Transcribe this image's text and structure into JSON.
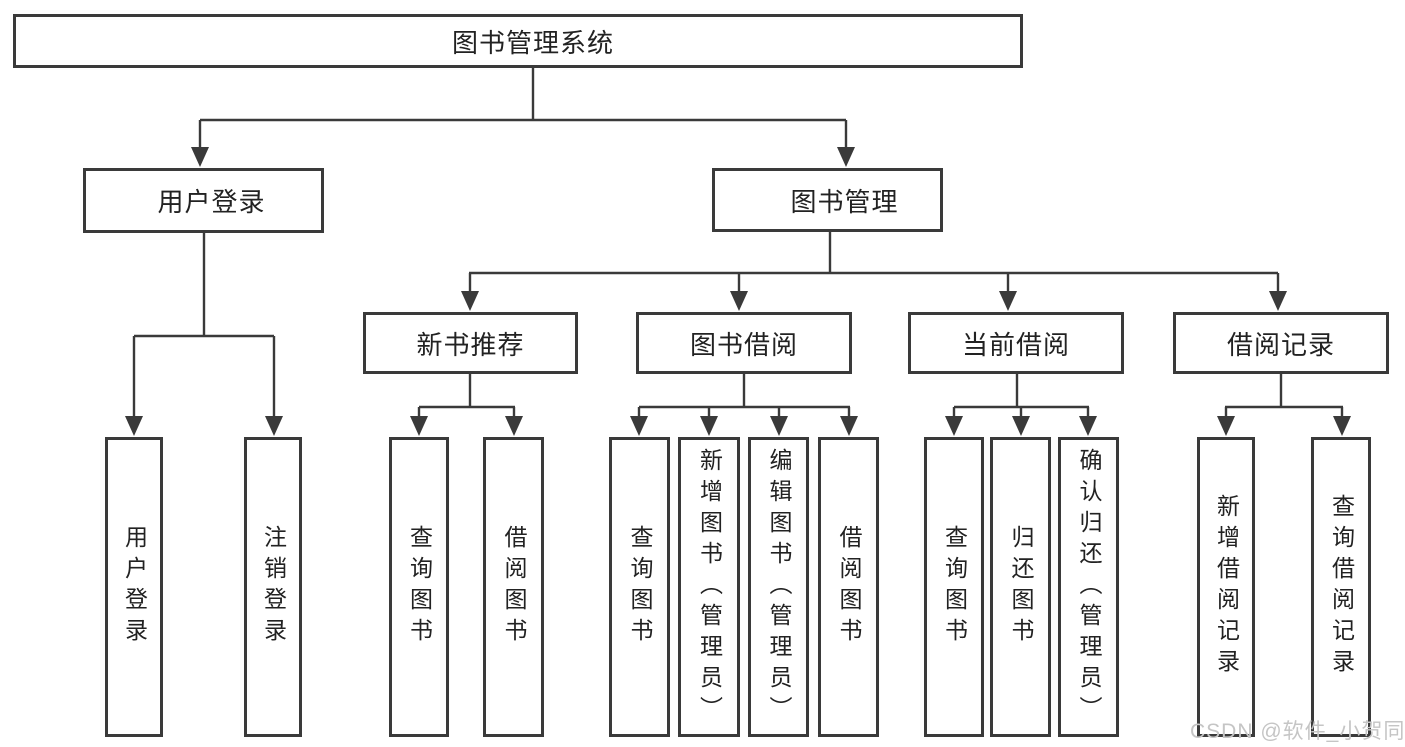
{
  "tree": {
    "root": {
      "label": "图书管理系统"
    },
    "branches": [
      {
        "label": "用户登录",
        "children": [
          {
            "label": "用户登录"
          },
          {
            "label": "注销登录"
          }
        ]
      },
      {
        "label": "图书管理",
        "children": [
          {
            "label": "新书推荐",
            "children": [
              {
                "label": "查询图书"
              },
              {
                "label": "借阅图书"
              }
            ]
          },
          {
            "label": "图书借阅",
            "children": [
              {
                "label": "查询图书"
              },
              {
                "label": "新增图书（管理员）"
              },
              {
                "label": "编辑图书（管理员）"
              },
              {
                "label": "借阅图书"
              }
            ]
          },
          {
            "label": "当前借阅",
            "children": [
              {
                "label": "查询图书"
              },
              {
                "label": "归还图书"
              },
              {
                "label": "确认归还（管理员）"
              }
            ]
          },
          {
            "label": "借阅记录",
            "children": [
              {
                "label": "新增借阅记录"
              },
              {
                "label": "查询借阅记录"
              }
            ]
          }
        ]
      }
    ]
  },
  "watermark": {
    "text": "CSDN @软件_小贺同学"
  },
  "colors": {
    "line": "#3a3a3a",
    "box_border": "#3a3a3a",
    "text": "#222222",
    "watermark": "#c5c5c5",
    "background": "#ffffff"
  }
}
